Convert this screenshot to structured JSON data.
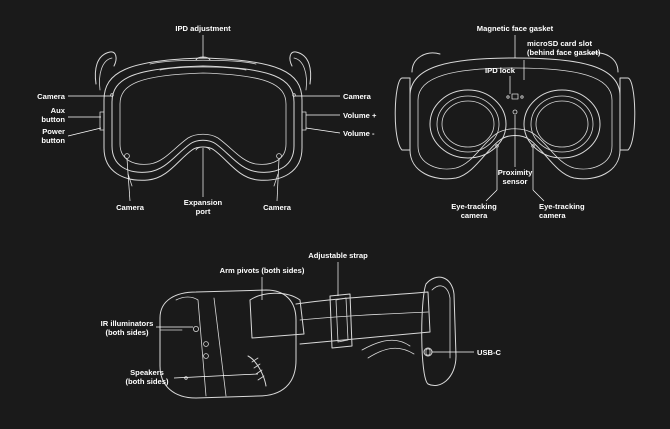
{
  "front_view": {
    "labels": {
      "ipd_adjustment": "IPD adjustment",
      "camera_left": "Camera",
      "aux_button_1": "Aux",
      "aux_button_2": "button",
      "power_button_1": "Power",
      "power_button_2": "button",
      "camera_right": "Camera",
      "volume_up": "Volume +",
      "volume_down": "Volume -",
      "camera_bottom_left": "Camera",
      "expansion_port_1": "Expansion",
      "expansion_port_2": "port",
      "camera_bottom_right": "Camera"
    }
  },
  "rear_view": {
    "labels": {
      "magnetic_face_gasket": "Magnetic face gasket",
      "microsd_slot_1": "microSD card slot",
      "microsd_slot_2": "(behind face gasket)",
      "ipd_lock": "IPD lock",
      "proximity_sensor_1": "Proximity",
      "proximity_sensor_2": "sensor",
      "eye_tracking_left_1": "Eye-tracking",
      "eye_tracking_left_2": "camera",
      "eye_tracking_right_1": "Eye-tracking",
      "eye_tracking_right_2": "camera"
    }
  },
  "side_view": {
    "labels": {
      "adjustable_strap": "Adjustable strap",
      "arm_pivots": "Arm pivots (both sides)",
      "ir_illuminators_1": "IR illuminators",
      "ir_illuminators_2": "(both sides)",
      "speakers_1": "Speakers",
      "speakers_2": "(both sides)",
      "usb_c": "USB-C"
    }
  }
}
